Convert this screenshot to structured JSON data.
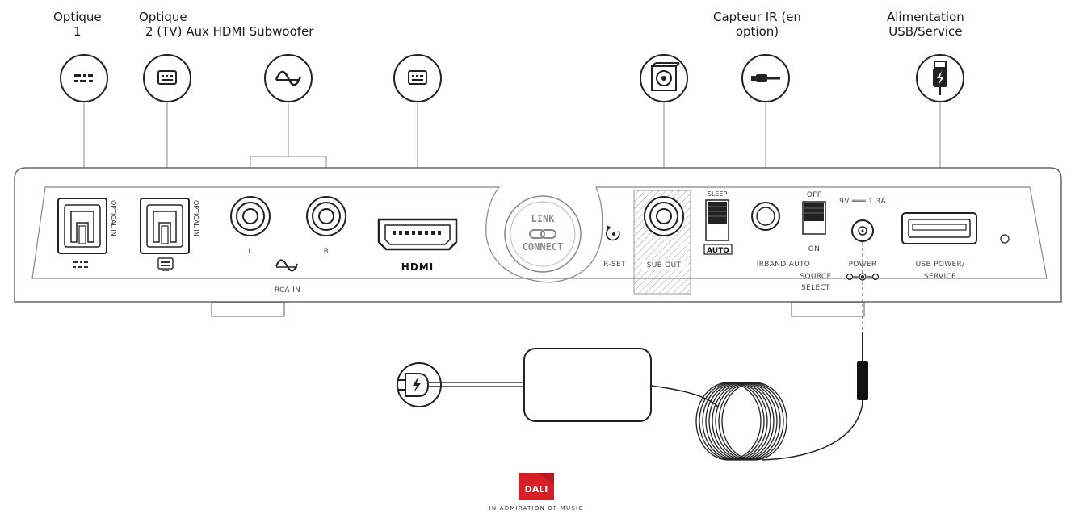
{
  "callouts": {
    "optical1": [
      "Optique",
      "1"
    ],
    "optical2": [
      "Optique",
      "2 (TV) Aux HDMI Subwoofer"
    ],
    "ir": [
      "Capteur IR (en",
      "option)"
    ],
    "power": [
      "Alimentation",
      "USB/Service"
    ]
  },
  "panel": {
    "opt_in_side": "OPTICAL IN",
    "rca_l": "L",
    "rca_r": "R",
    "rca_in": "RCA IN",
    "hdmi": "HDMI",
    "link": "LINK",
    "connect": "CONNECT",
    "reset": "R-SET",
    "sub_out": "SUB OUT",
    "switch_top": "SLEEP",
    "switch_auto": "AUTO",
    "irband": "IRBAND AUTO",
    "source_select_1": "SOURCE",
    "source_select_2": "SELECT",
    "off": "OFF",
    "on": "ON",
    "voltage": "9V ═══ 1.3A",
    "power_label": "POWER",
    "usb_label_1": "USB POWER/",
    "usb_label_2": "SERVICE"
  },
  "brand": {
    "logo": "DALI",
    "tagline": "IN ADMIRATION OF MUSIC",
    "logo_color": "#d61f26"
  },
  "icons": [
    "optical-toslink-icon",
    "hdmi-port-icon",
    "analog-wave-icon",
    "hdmi-port-icon",
    "subwoofer-icon",
    "ir-jack-icon",
    "usb-plug-icon",
    "power-plug-icon"
  ]
}
